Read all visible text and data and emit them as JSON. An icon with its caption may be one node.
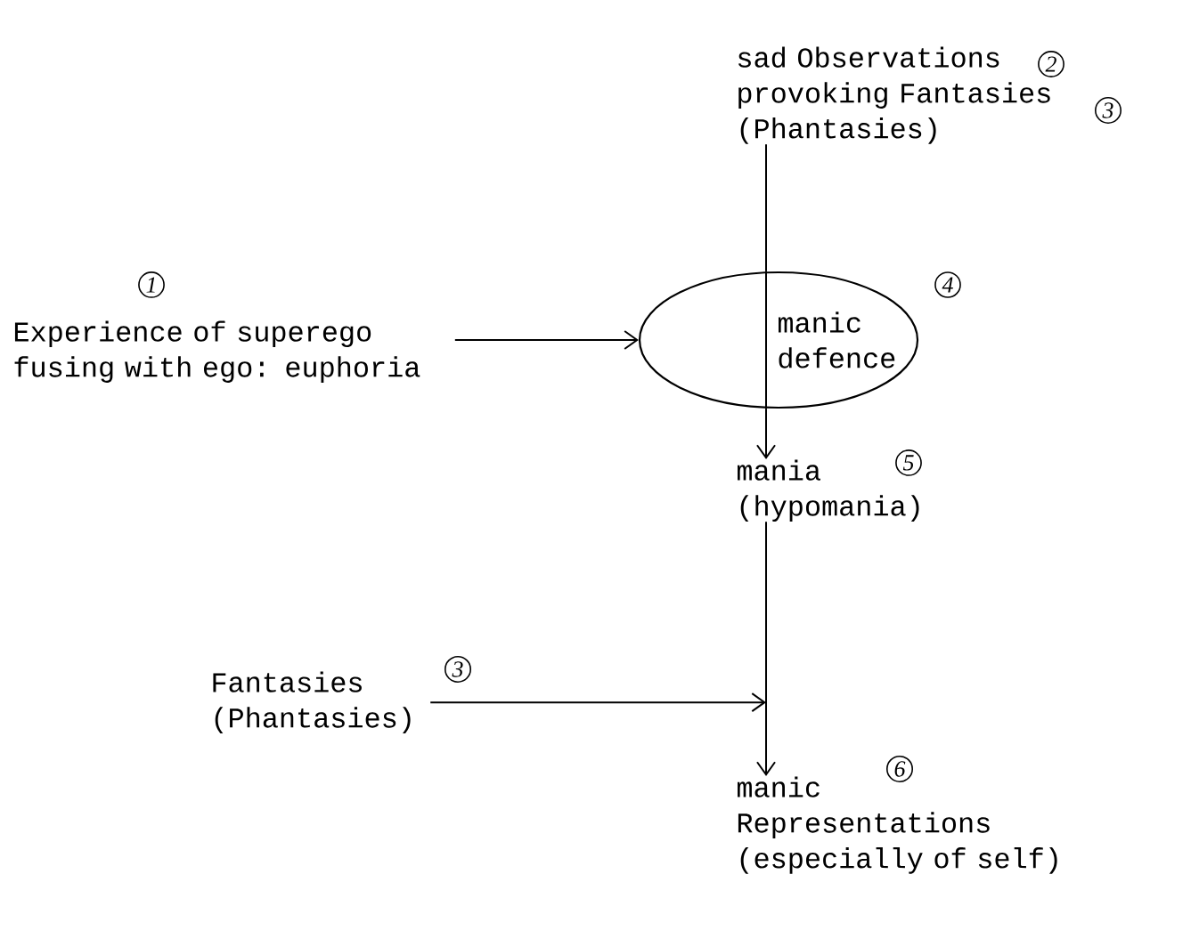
{
  "diagram": {
    "nodes": [
      {
        "text": [
          "sad Observations provoking Fantasies (Phantasies)"
        ],
        "beside": [
          "2",
          "3"
        ]
      },
      {
        "text": [
          "Experience of superego fusing with ego: euphoria"
        ],
        "beside": [
          "1"
        ]
      },
      {
        "text": [
          "manic defence"
        ],
        "beside": [
          "4"
        ]
      },
      {
        "text": [
          "mania (hypomania)"
        ],
        "beside": [
          "5"
        ]
      },
      {
        "text": [
          "Fantasies (Phantasies)"
        ],
        "beside": [
          "3"
        ]
      },
      {
        "text": [
          "manic Representations (especially of self)"
        ],
        "beside": [
          "6"
        ]
      }
    ],
    "edges": [
      {
        "from": 0,
        "to": 2,
        "arrow": "none"
      },
      {
        "from": 2,
        "to": 3,
        "arrow": "to"
      },
      {
        "from": 1,
        "to": 2,
        "arrow": "to"
      },
      {
        "from": 3,
        "to": 5,
        "arrow": "to"
      },
      {
        "from": 4,
        "to": null,
        "arrow": "to"
      }
    ]
  }
}
